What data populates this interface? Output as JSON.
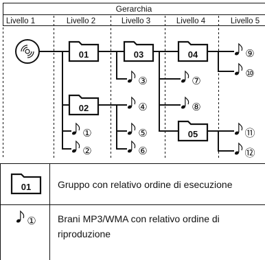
{
  "header": {
    "title": "Gerarchia",
    "levels": [
      "Livello 1",
      "Livello 2",
      "Livello 3",
      "Livello 4",
      "Livello 5"
    ]
  },
  "tree": {
    "root": {
      "icon": "disc-icon"
    },
    "folders": [
      "01",
      "02",
      "03",
      "04",
      "05"
    ],
    "tracks": [
      "①",
      "②",
      "③",
      "④",
      "⑤",
      "⑥",
      "⑦",
      "⑧",
      "⑨",
      "⑩",
      "⑪",
      "⑫"
    ],
    "track_icon": "music-note-icon"
  },
  "legend": {
    "group_folder": "01",
    "group_text": "Gruppo con relativo ordine di esecuzione",
    "track_number": "①",
    "track_text_line1": "Brani MP3/WMA con relativo ordine di",
    "track_text_line2": "riproduzione"
  },
  "colors": {
    "line": "#111111",
    "background": "#ffffff"
  }
}
